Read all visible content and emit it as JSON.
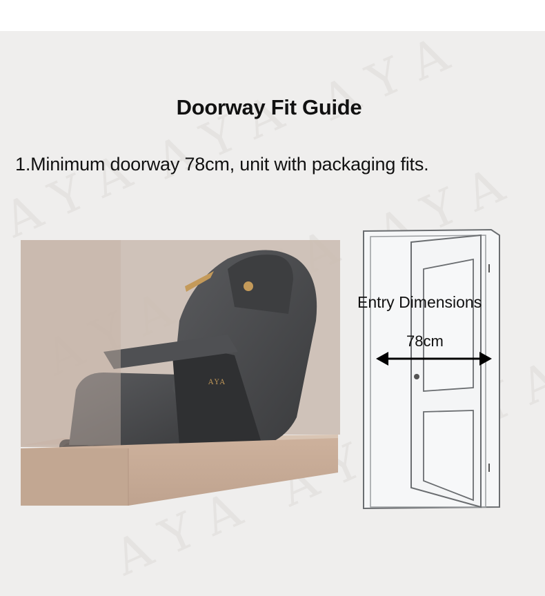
{
  "heading": "Doorway Fit Guide",
  "point_1": "1.Minimum doorway 78cm, unit with packaging fits.",
  "door_callout": {
    "label": "Entry Dimensions",
    "width": "78cm"
  },
  "logo_text": "AYA",
  "watermark_text": "A Y A",
  "colors": {
    "background": "#efeeed",
    "packaging_box": "#c9b9ad",
    "box_tray": "#c6ab96",
    "chair": "#4c4d4f",
    "chair_accent": "#c49a5a",
    "door": "#f4f5f6"
  }
}
